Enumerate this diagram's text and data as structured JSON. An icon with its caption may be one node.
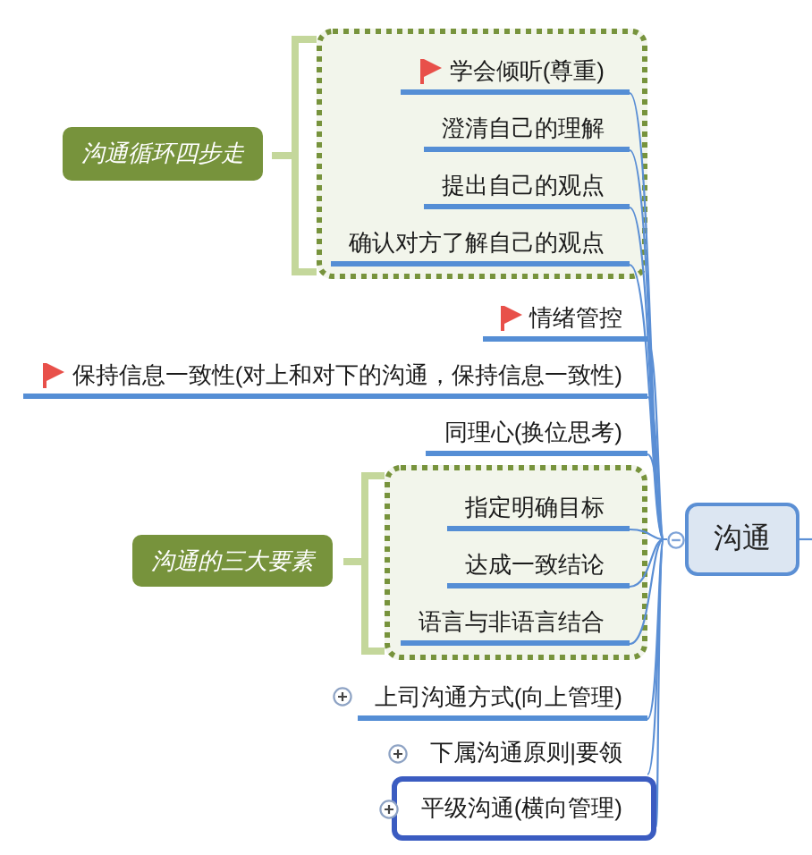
{
  "diagram": {
    "nodes": [
      {
        "text": [
          "沟通"
        ]
      },
      {
        "text": [],
        "shape": "box"
      },
      {
        "text": [
          "学会倾听(尊重)"
        ],
        "in": 1
      },
      {
        "text": [
          "澄清自己的理解"
        ],
        "in": 1
      },
      {
        "text": [
          "提出自己的观点"
        ],
        "in": 1
      },
      {
        "text": [
          "确认对方了解自己的观点"
        ],
        "in": 1
      },
      {
        "text": [
          "沟通循环四步走"
        ]
      },
      {
        "text": [
          "情绪管控"
        ]
      },
      {
        "text": [
          "保持信息一致性(对上和对下的沟通，保持信息一致性)"
        ]
      },
      {
        "text": [
          "同理心(换位思考)"
        ]
      },
      {
        "text": [],
        "shape": "box"
      },
      {
        "text": [
          "指定明确目标"
        ],
        "in": 10
      },
      {
        "text": [
          "达成一致结论"
        ],
        "in": 10
      },
      {
        "text": [
          "语言与非语言结合"
        ],
        "in": 10
      },
      {
        "text": [
          "沟通的三大要素"
        ]
      },
      {
        "text": [
          "上司沟通方式(向上管理)"
        ]
      },
      {
        "text": [
          "下属沟通原则|要领"
        ]
      },
      {
        "text": [
          "平级沟通(横向管理)"
        ]
      }
    ],
    "edges": [
      {
        "from": 0,
        "to": 2,
        "arrow": "none"
      },
      {
        "from": 0,
        "to": 3,
        "arrow": "none"
      },
      {
        "from": 0,
        "to": 4,
        "arrow": "none"
      },
      {
        "from": 0,
        "to": 5,
        "arrow": "none"
      },
      {
        "from": 0,
        "to": 7,
        "arrow": "none"
      },
      {
        "from": 0,
        "to": 8,
        "arrow": "none"
      },
      {
        "from": 0,
        "to": 9,
        "arrow": "none"
      },
      {
        "from": 0,
        "to": 11,
        "arrow": "none"
      },
      {
        "from": 0,
        "to": 12,
        "arrow": "none"
      },
      {
        "from": 0,
        "to": 13,
        "arrow": "none"
      },
      {
        "from": 0,
        "to": 15,
        "arrow": "none"
      },
      {
        "from": 0,
        "to": 16,
        "arrow": "none"
      },
      {
        "from": 0,
        "to": 17,
        "arrow": "none"
      },
      {
        "from": 0,
        "to": null,
        "arrow": "none"
      }
    ]
  }
}
